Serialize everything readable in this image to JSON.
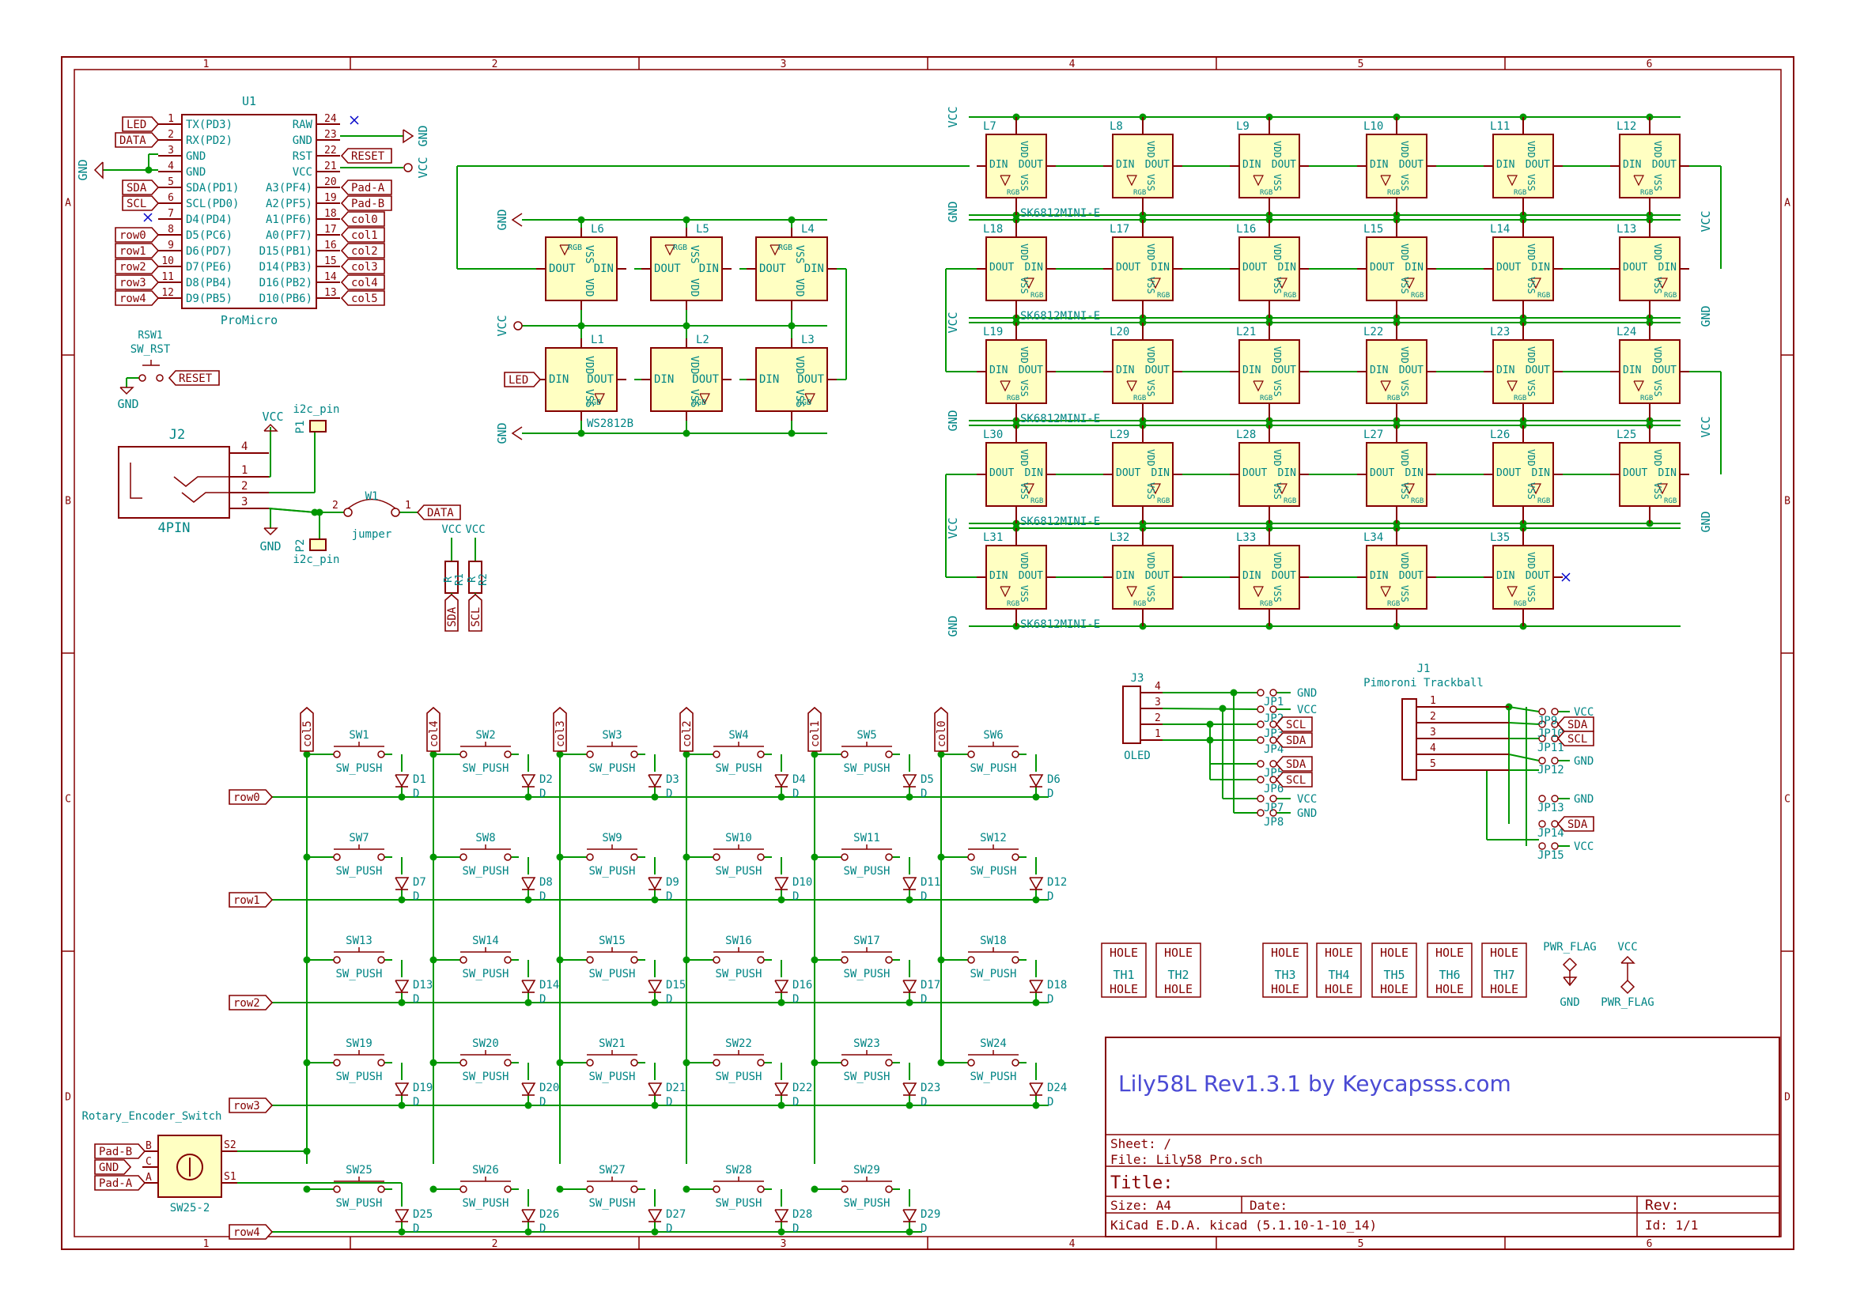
{
  "border": {
    "columns": [
      "1",
      "2",
      "3",
      "4",
      "5",
      "6"
    ],
    "rows": [
      "A",
      "B",
      "C",
      "D"
    ]
  },
  "title_block": {
    "project_text": "Lily58L Rev1.3.1 by Keycapsss.com",
    "sheet": "Sheet: /",
    "file": "File: Lily58_Pro.sch",
    "title": "Title:",
    "size": "Size: A4",
    "date": "Date:",
    "rev": "Rev:",
    "tool": "KiCad E.D.A.  kicad (5.1.10-1-10_14)",
    "id": "Id: 1/1"
  },
  "mcu": {
    "ref": "U1",
    "value": "ProMicro",
    "left_pins": [
      {
        "num": "1",
        "name": "TX(PD3)",
        "net": "LED"
      },
      {
        "num": "2",
        "name": "RX(PD2)",
        "net": "DATA"
      },
      {
        "num": "3",
        "name": "GND",
        "net": ""
      },
      {
        "num": "4",
        "name": "GND",
        "net": ""
      },
      {
        "num": "5",
        "name": "SDA(PD1)",
        "net": "SDA"
      },
      {
        "num": "6",
        "name": "SCL(PD0)",
        "net": "SCL"
      },
      {
        "num": "7",
        "name": "D4(PD4)",
        "net": ""
      },
      {
        "num": "8",
        "name": "D5(PC6)",
        "net": "row0"
      },
      {
        "num": "9",
        "name": "D6(PD7)",
        "net": "row1"
      },
      {
        "num": "10",
        "name": "D7(PE6)",
        "net": "row2"
      },
      {
        "num": "11",
        "name": "D8(PB4)",
        "net": "row3"
      },
      {
        "num": "12",
        "name": "D9(PB5)",
        "net": "row4"
      }
    ],
    "right_pins": [
      {
        "num": "24",
        "name": "RAW",
        "net": ""
      },
      {
        "num": "23",
        "name": "GND",
        "net": ""
      },
      {
        "num": "22",
        "name": "RST",
        "net": "RESET"
      },
      {
        "num": "21",
        "name": "VCC",
        "net": ""
      },
      {
        "num": "20",
        "name": "A3(PF4)",
        "net": "Pad-A"
      },
      {
        "num": "19",
        "name": "A2(PF5)",
        "net": "Pad-B"
      },
      {
        "num": "18",
        "name": "A1(PF6)",
        "net": "col0"
      },
      {
        "num": "17",
        "name": "A0(PF7)",
        "net": "col1"
      },
      {
        "num": "16",
        "name": "D15(PB1)",
        "net": "col2"
      },
      {
        "num": "15",
        "name": "D14(PB3)",
        "net": "col3"
      },
      {
        "num": "14",
        "name": "D16(PB2)",
        "net": "col4"
      },
      {
        "num": "13",
        "name": "D10(PB6)",
        "net": "col5"
      }
    ],
    "gnd_label": "GND",
    "vcc_label": "VCC"
  },
  "reset": {
    "ref": "RSW1",
    "value": "SW_RST",
    "net": "RESET",
    "gnd": "GND"
  },
  "jack": {
    "ref": "J2",
    "value": "4PIN",
    "pins": [
      "4",
      "1",
      "2",
      "3"
    ],
    "vcc": "VCC",
    "gnd": "GND"
  },
  "i2c": {
    "p1": "P1",
    "p1_val": "i2c_pin",
    "p2": "P2",
    "p2_val": "i2c_pin",
    "pin1": "1"
  },
  "jumper": {
    "ref": "W1",
    "value": "jumper",
    "net": "DATA",
    "pin_left": "2",
    "pin_right": "1"
  },
  "resistors": {
    "vcc1": "VCC",
    "vcc2": "VCC",
    "r1": "R1",
    "r2": "R2",
    "val": "R",
    "sda": "SDA",
    "scl": "SCL"
  },
  "ws_leds": {
    "value": "WS2812B",
    "top": [
      "L6",
      "L5",
      "L4"
    ],
    "bottom": [
      "L1",
      "L2",
      "L3"
    ],
    "din": "DIN",
    "dout": "DOUT",
    "vdd": "VDD",
    "vss": "VSS",
    "rgb": "RGB",
    "gnd": "GND",
    "vcc": "VCC",
    "led_net": "LED"
  },
  "sk_leds": {
    "value": "SK6812MINI-E",
    "rows": [
      [
        "L7",
        "L8",
        "L9",
        "L10",
        "L11",
        "L12"
      ],
      [
        "L18",
        "L17",
        "L16",
        "L15",
        "L14",
        "L13"
      ],
      [
        "L19",
        "L20",
        "L21",
        "L22",
        "L23",
        "L24"
      ],
      [
        "L30",
        "L29",
        "L28",
        "L27",
        "L26",
        "L25"
      ],
      [
        "L31",
        "L32",
        "L33",
        "L34",
        "L35"
      ]
    ],
    "din": "DIN",
    "dout": "DOUT",
    "vdd": "VDD",
    "vss": "VSS",
    "rgb": "RGB",
    "gnd": "GND",
    "vcc": "VCC"
  },
  "oled": {
    "ref": "J3",
    "value": "OLED",
    "pins": [
      "4",
      "3",
      "2",
      "1"
    ],
    "jumpers": [
      "JP1",
      "JP2",
      "JP3",
      "JP4",
      "JP5",
      "JP6",
      "JP7",
      "JP8"
    ],
    "nets": [
      "GND",
      "VCC",
      "SCL",
      "SDA",
      "SDA",
      "SCL",
      "VCC",
      "GND"
    ]
  },
  "trackball": {
    "ref": "J1",
    "value": "Pimoroni Trackball",
    "pins": [
      "1",
      "2",
      "3",
      "4",
      "5"
    ],
    "jumpers": [
      "JP9",
      "JP10",
      "JP11",
      "JP12",
      "JP13",
      "JP14",
      "JP15"
    ],
    "nets": [
      "VCC",
      "SDA",
      "SCL",
      "GND",
      "GND",
      "SDA",
      "VCC"
    ]
  },
  "matrix": {
    "columns": [
      "col5",
      "col4",
      "col3",
      "col2",
      "col1",
      "col0"
    ],
    "rows": [
      "row0",
      "row1",
      "row2",
      "row3",
      "row4"
    ],
    "switch_value": "SW_PUSH",
    "diode_value": "D"
  },
  "encoder": {
    "label": "Rotary_Encoder_Switch",
    "ref": "SW25-2",
    "nets": [
      "Pad-B",
      "GND",
      "Pad-A"
    ],
    "pins": [
      "B",
      "C",
      "A"
    ],
    "s2": "S2",
    "s1": "S1"
  },
  "holes": [
    {
      "val": "HOLE",
      "ref": "TH1"
    },
    {
      "val": "HOLE",
      "ref": "TH2"
    },
    {
      "val": "HOLE",
      "ref": "TH3"
    },
    {
      "val": "HOLE",
      "ref": "TH4"
    },
    {
      "val": "HOLE",
      "ref": "TH5"
    },
    {
      "val": "HOLE",
      "ref": "TH6"
    },
    {
      "val": "HOLE",
      "ref": "TH7"
    }
  ],
  "pwr_flags": {
    "a_top": "PWR_FLAG",
    "a_bot": "GND",
    "b_top": "VCC",
    "b_bot": "PWR_FLAG"
  },
  "colors": {
    "wire": "#009600",
    "border": "#840000",
    "text": "#008484",
    "body": "#ffffc2",
    "title": "#4a4ad4",
    "dot": "#009600"
  }
}
